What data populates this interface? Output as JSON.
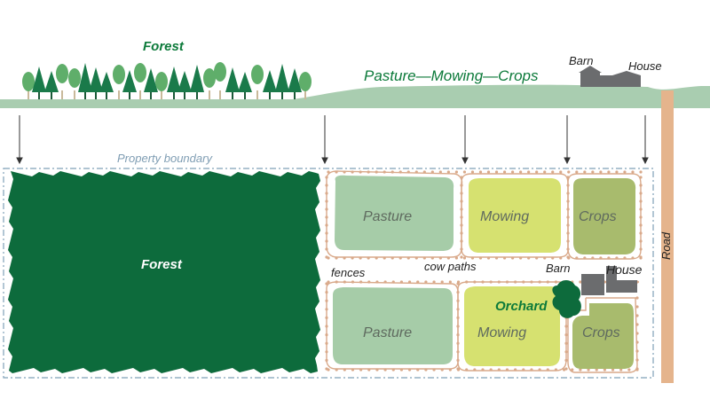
{
  "profile": {
    "forest_label": "Forest",
    "land_use_label": "Pasture—Mowing—Crops",
    "barn_label": "Barn",
    "house_label": "House"
  },
  "plan": {
    "boundary_label": "Property boundary",
    "forest_label": "Forest",
    "fences_label": "fences",
    "cow_paths_label": "cow paths",
    "barn_label": "Barn",
    "house_label": "House",
    "road_label": "Road",
    "orchard_label": "Orchard",
    "fields_top": [
      {
        "label": "Pasture",
        "use": "pasture"
      },
      {
        "label": "Mowing",
        "use": "mowing"
      },
      {
        "label": "Crops",
        "use": "crops"
      }
    ],
    "fields_bottom": [
      {
        "label": "Pasture",
        "use": "pasture"
      },
      {
        "label": "Mowing",
        "use": "mowing"
      },
      {
        "label": "Crops",
        "use": "crops"
      }
    ]
  },
  "colors": {
    "forest": "#0d6b3c",
    "tree": "#1a7a4a",
    "trunk_light": "#c9b99a",
    "ground": "#a9cdb0",
    "pasture": "#a6cca8",
    "mowing": "#d6e170",
    "crops": "#a8bb6d",
    "fence": "#d9a98a",
    "road": "#e5b48c",
    "building": "#6b6c6e",
    "boundary": "#7fa0b8",
    "label_green": "#0c7a3a",
    "label_dark": "#222222",
    "field_text": "#5f6a5f"
  }
}
